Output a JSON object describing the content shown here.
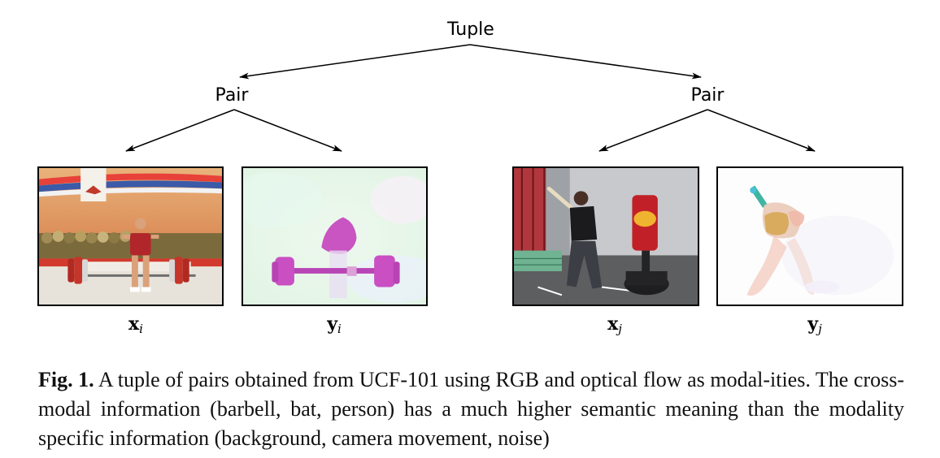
{
  "figure": {
    "root_label": "Tuple",
    "pairs": [
      {
        "label": "Pair",
        "items": [
          {
            "name": "x",
            "subscript": "i",
            "content": "rgb-barbell"
          },
          {
            "name": "y",
            "subscript": "i",
            "content": "flow-barbell"
          }
        ]
      },
      {
        "label": "Pair",
        "items": [
          {
            "name": "x",
            "subscript": "j",
            "content": "rgb-batter"
          },
          {
            "name": "y",
            "subscript": "j",
            "content": "flow-batter"
          }
        ]
      }
    ]
  },
  "caption": {
    "label": "Fig. 1.",
    "text": "A tuple of pairs obtained from UCF-101 using RGB and optical flow as modal-ities. The cross-modal information (barbell, bat, person) has a much higher semantic meaning than the modality specific information (background, camera movement, noise)"
  }
}
